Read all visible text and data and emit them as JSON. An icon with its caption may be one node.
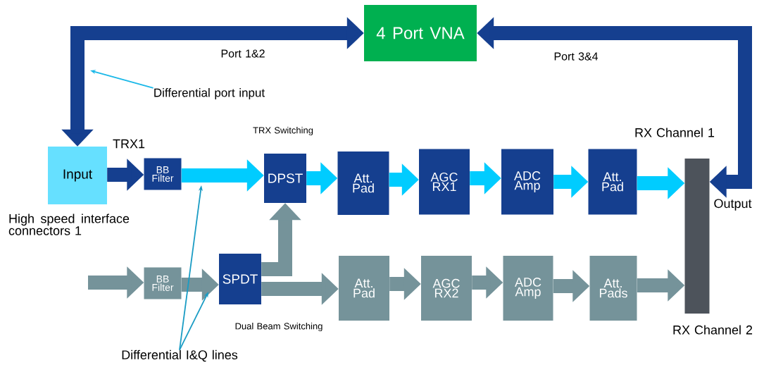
{
  "diagram": {
    "nodes": [
      {
        "text": [
          "4 Port VNA"
        ]
      },
      {
        "text": [
          "Input"
        ],
        "beside": [
          "High speed interface connectors 1"
        ]
      },
      {
        "text": [
          "BB Filter"
        ]
      },
      {
        "text": [
          "DPST"
        ]
      },
      {
        "text": [
          "Att. Pad"
        ]
      },
      {
        "text": [
          "AGC RX1"
        ]
      },
      {
        "text": [
          "ADC Amp"
        ]
      },
      {
        "text": [
          "Att. Pad"
        ]
      },
      {
        "text": [],
        "shape": "bar",
        "beside": [
          "Output"
        ]
      },
      {
        "text": [
          "BB Filter"
        ]
      },
      {
        "text": [
          "SPDT"
        ]
      },
      {
        "text": [
          "Att. Pad"
        ]
      },
      {
        "text": [
          "AGC RX2"
        ]
      },
      {
        "text": [
          "ADC Amp"
        ]
      },
      {
        "text": [
          "Att. Pads"
        ]
      },
      {
        "text": [
          "Differential port input"
        ]
      },
      {
        "text": [
          "Differential I&Q lines"
        ]
      }
    ],
    "edges": [
      {
        "from": 1,
        "to": 0,
        "arrow": "both",
        "label": "Port 1&2",
        "color": "#153f8f"
      },
      {
        "from": 8,
        "to": 0,
        "arrow": "both",
        "label": "Port 3&4",
        "color": "#153f8f"
      },
      {
        "from": 1,
        "to": 2,
        "arrow": "to",
        "color": "#153f8f"
      },
      {
        "from": 2,
        "to": 3,
        "arrow": "to",
        "color": "#00ccff"
      },
      {
        "from": 3,
        "to": 4,
        "arrow": "to",
        "color": "#00ccff"
      },
      {
        "from": 4,
        "to": 5,
        "arrow": "to",
        "color": "#00ccff"
      },
      {
        "from": 5,
        "to": 6,
        "arrow": "to",
        "color": "#00ccff"
      },
      {
        "from": 6,
        "to": 7,
        "arrow": "to",
        "color": "#00ccff"
      },
      {
        "from": 7,
        "to": 8,
        "arrow": "to",
        "color": "#00ccff"
      },
      {
        "from": null,
        "to": 9,
        "arrow": "to"
      },
      {
        "from": 9,
        "to": 10,
        "arrow": "to"
      },
      {
        "from": 10,
        "to": 3,
        "arrow": "to"
      },
      {
        "from": 10,
        "to": 11,
        "arrow": "to"
      },
      {
        "from": 11,
        "to": 12,
        "arrow": "to"
      },
      {
        "from": 12,
        "to": 13,
        "arrow": "to"
      },
      {
        "from": 13,
        "to": 14,
        "arrow": "to"
      },
      {
        "from": 14,
        "to": 8,
        "arrow": "to"
      },
      {
        "from": 15,
        "to": null,
        "arrow": "to",
        "color": "#1ab8e8"
      },
      {
        "from": 16,
        "to": null,
        "arrow": "to",
        "color": "#1a9cc4"
      },
      {
        "from": 16,
        "to": null,
        "arrow": "to",
        "color": "#1a9cc4"
      }
    ],
    "labels": [
      "TRX Switching",
      "RX Channel 1",
      "TRX1",
      "Dual Beam Switching",
      "RX Channel 2"
    ]
  }
}
